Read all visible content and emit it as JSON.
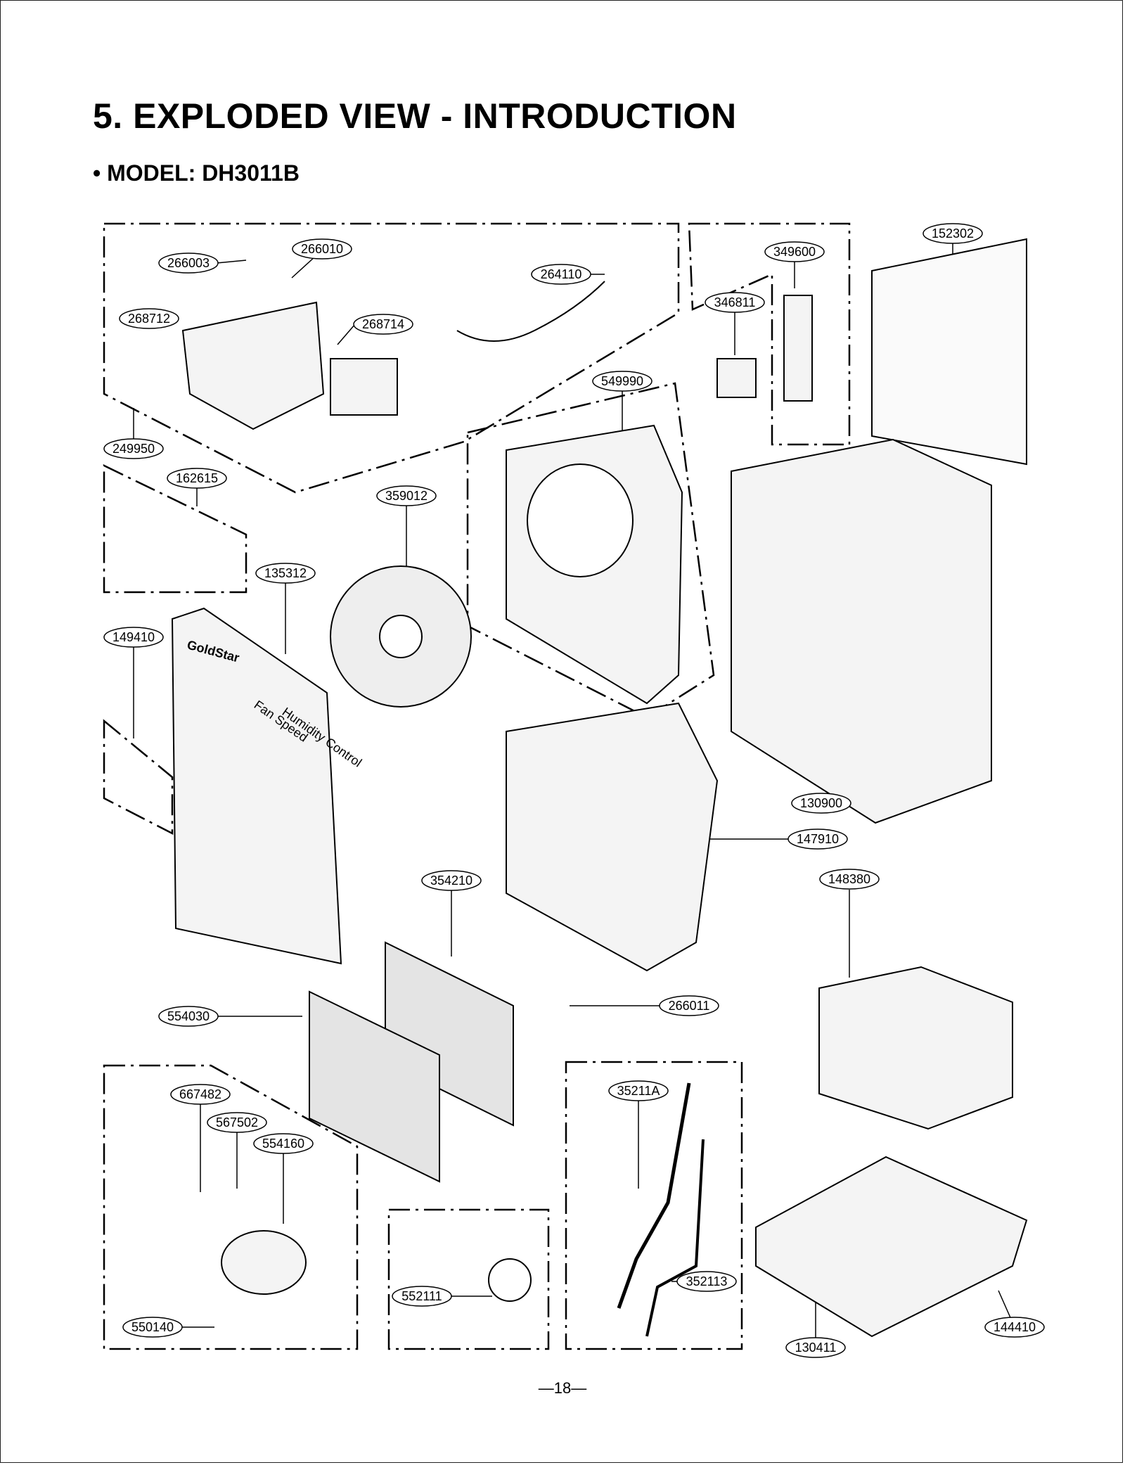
{
  "page": {
    "title": "5. EXPLODED VIEW - INTRODUCTION",
    "subtitle": "• MODEL: DH3011B",
    "page_number": "—18—"
  },
  "front_panel": {
    "brand": "GoldStar",
    "knob_labels": [
      "Fan Speed",
      "Humidity Control"
    ]
  },
  "parts": [
    {
      "id": "p266003",
      "label": "266003"
    },
    {
      "id": "p266010",
      "label": "266010"
    },
    {
      "id": "p264110",
      "label": "264110"
    },
    {
      "id": "p268712",
      "label": "268712"
    },
    {
      "id": "p268714",
      "label": "268714"
    },
    {
      "id": "p249950",
      "label": "249950"
    },
    {
      "id": "p162615",
      "label": "162615"
    },
    {
      "id": "p349600",
      "label": "349600"
    },
    {
      "id": "p346811",
      "label": "346811"
    },
    {
      "id": "p152302",
      "label": "152302"
    },
    {
      "id": "p549990",
      "label": "549990"
    },
    {
      "id": "p359012",
      "label": "359012"
    },
    {
      "id": "p135312",
      "label": "135312"
    },
    {
      "id": "p149410",
      "label": "149410"
    },
    {
      "id": "p130900",
      "label": "130900"
    },
    {
      "id": "p147910",
      "label": "147910"
    },
    {
      "id": "p148380",
      "label": "148380"
    },
    {
      "id": "p354210",
      "label": "354210"
    },
    {
      "id": "p554030",
      "label": "554030"
    },
    {
      "id": "p266011",
      "label": "266011"
    },
    {
      "id": "p667482",
      "label": "667482"
    },
    {
      "id": "p567502",
      "label": "567502"
    },
    {
      "id": "p554160",
      "label": "554160"
    },
    {
      "id": "p550140",
      "label": "550140"
    },
    {
      "id": "p35211A",
      "label": "35211A"
    },
    {
      "id": "p552111",
      "label": "552111"
    },
    {
      "id": "p352113",
      "label": "352113"
    },
    {
      "id": "p130411",
      "label": "130411"
    },
    {
      "id": "p144410",
      "label": "144410"
    }
  ]
}
